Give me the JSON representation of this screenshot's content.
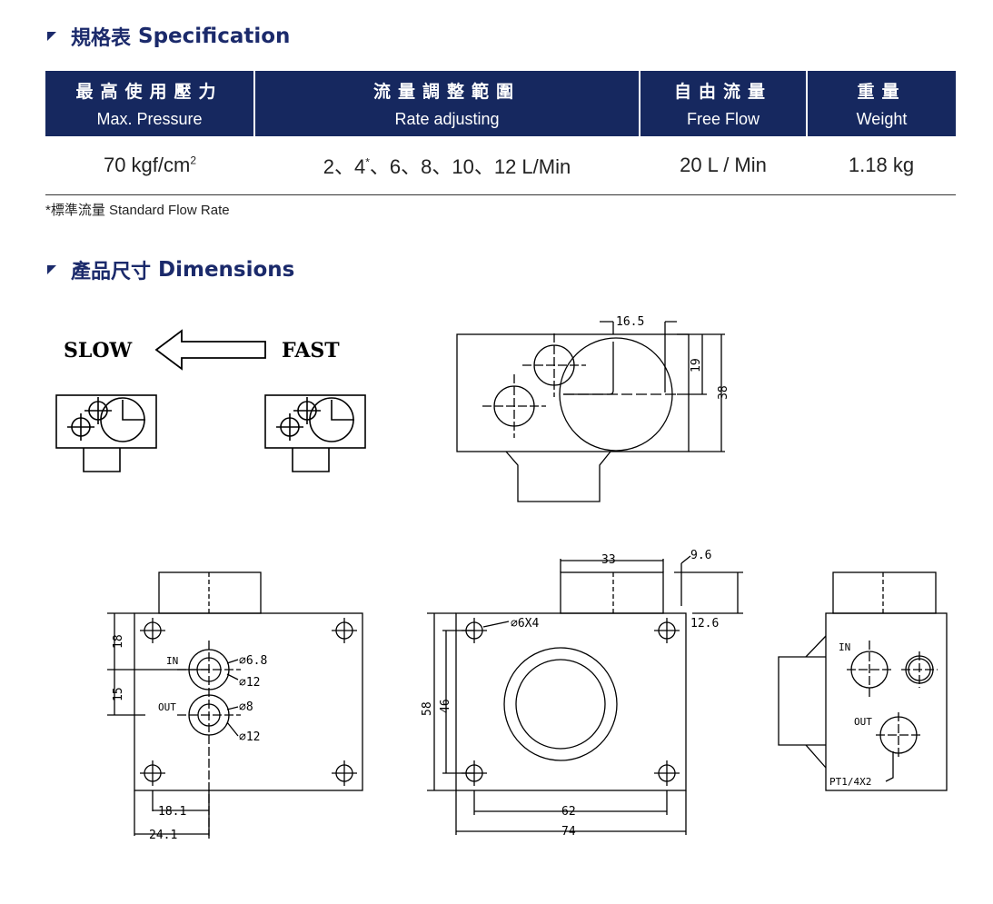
{
  "spec_section": {
    "title_zh": "規格表",
    "title_en": "Specification",
    "table": {
      "headers": [
        {
          "zh": "最高使用壓力",
          "en": "Max. Pressure"
        },
        {
          "zh": "流量調整範圍",
          "en": "Rate adjusting"
        },
        {
          "zh": "自由流量",
          "en": "Free Flow"
        },
        {
          "zh": "重量",
          "en": "Weight"
        }
      ],
      "row": {
        "pressure": "70 kgf/cm",
        "pressure_sup": "2",
        "rate_pre": "2、4",
        "rate_sup": "*",
        "rate_post": "、6、8、10、12 L/Min",
        "free_flow": "20 L / Min",
        "weight": "1.18 kg"
      }
    },
    "footnote": "*標準流量 Standard Flow Rate"
  },
  "dim_section": {
    "title_zh": "產品尺寸",
    "title_en": "Dimensions"
  },
  "drawing": {
    "slow": "SLOW",
    "fast": "FAST",
    "dims": {
      "d16_5": "16.5",
      "d19": "19",
      "d38": "38",
      "d33": "33",
      "d9_6": "9.6",
      "d12_6": "12.6",
      "d6x4": "⌀6X4",
      "d58": "58",
      "d46": "46",
      "d62": "62",
      "d74": "74",
      "d18": "18",
      "d15": "15",
      "d18_1": "18.1",
      "d24_1": "24.1",
      "in": "IN",
      "out": "OUT",
      "d6_8": "⌀6.8",
      "d12a": "⌀12",
      "d8": "⌀8",
      "d12b": "⌀12",
      "in2": "IN",
      "out2": "OUT",
      "pt": "PT1/4X2"
    }
  }
}
